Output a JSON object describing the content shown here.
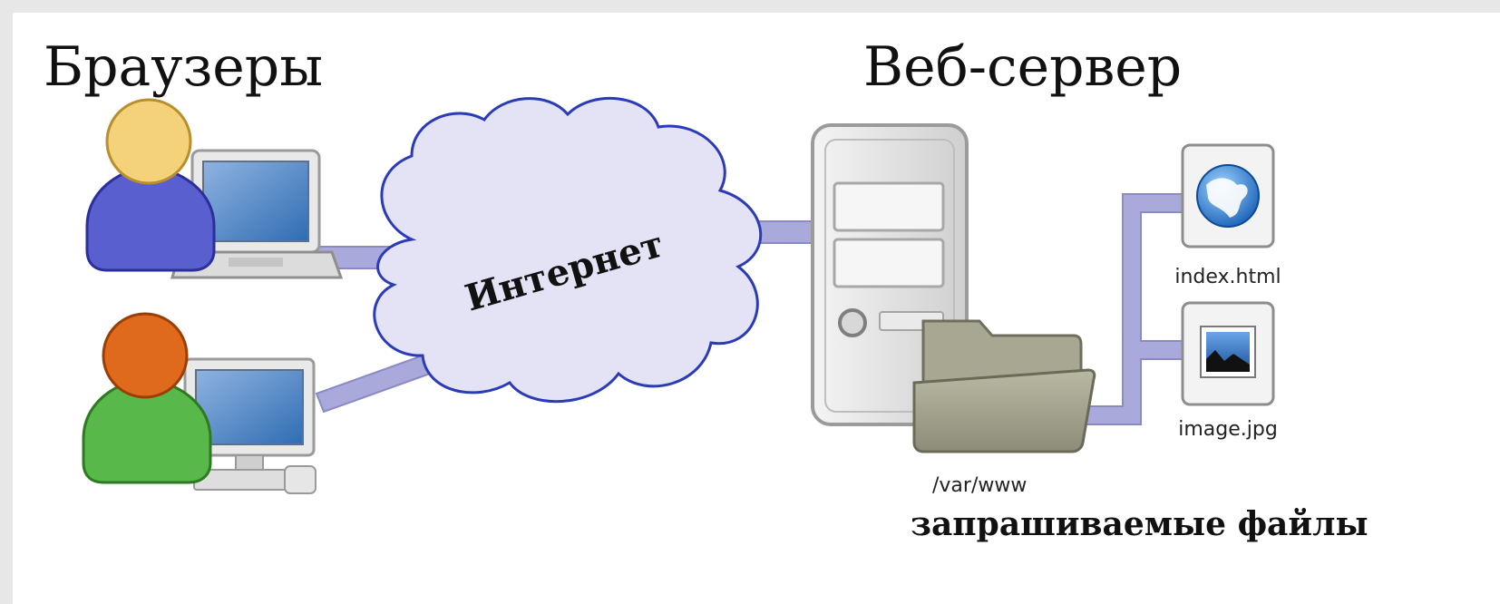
{
  "diagram": {
    "title_browsers": "Браузеры",
    "title_server": "Веб-сервер",
    "cloud_label": "Интернет",
    "folder_path": "/var/www",
    "requested_files_label": "запрашиваемые файлы",
    "files": [
      {
        "name": "index.html",
        "icon": "globe-icon"
      },
      {
        "name": "image.jpg",
        "icon": "picture-icon"
      }
    ]
  },
  "colors": {
    "connector": "#a9a9dc",
    "connector_border": "#8a8ac4",
    "cloud_fill": "#e3e3f5",
    "cloud_stroke": "#2b3bb8",
    "user1_head": "#f3d27a",
    "user1_body": "#5a5fd0",
    "user2_head": "#e06a1b",
    "user2_body": "#58b84a"
  }
}
